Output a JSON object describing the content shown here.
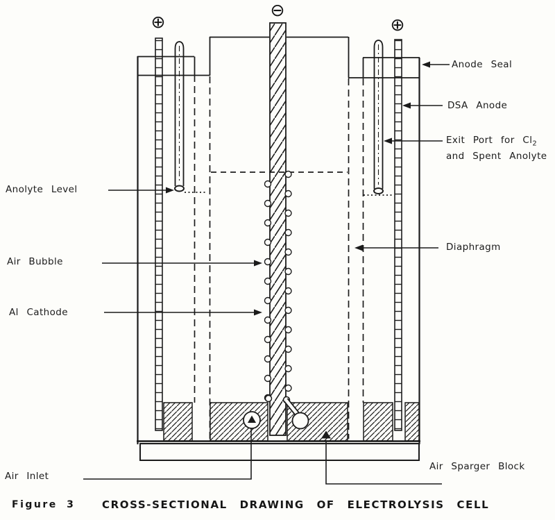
{
  "figure": {
    "number_label": "Figure 3",
    "title": "CROSS-SECTIONAL DRAWING OF ELECTROLYSIS CELL"
  },
  "terminals": {
    "cathode_symbol": "⊖",
    "left_anode_symbol": "⊕",
    "right_anode_symbol": "⊕"
  },
  "labels": {
    "anode_seal": "Anode Seal",
    "dsa_anode": "DSA Anode",
    "exit_port_line1_text": "Exit Port for Cl",
    "exit_port_subscript": "2",
    "exit_port_line2": "and Spent Anolyte",
    "diaphragm": "Diaphragm",
    "anolyte_level": "Anolyte Level",
    "air_bubble": "Air Bubble",
    "al_cathode": "Al Cathode",
    "air_sparger_block": "Air Sparger Block",
    "air_inlet": "Air Inlet"
  },
  "colors": {
    "ink": "#1b1b1b",
    "paper": "#fdfdfa"
  }
}
